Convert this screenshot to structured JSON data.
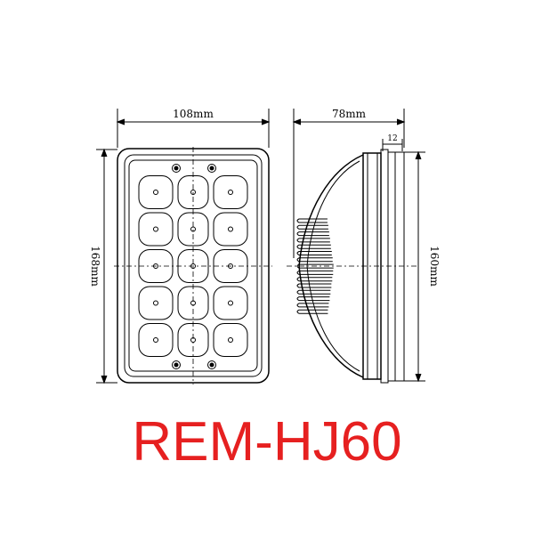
{
  "dimensions": {
    "front_width": "108mm",
    "front_height": "168mm",
    "side_depth": "78mm",
    "side_height": "160mm",
    "rim_depth": "12"
  },
  "model": {
    "name": "REM-HJ60",
    "color": "#e62020"
  },
  "led_grid": {
    "rows": 5,
    "cols": 3
  }
}
